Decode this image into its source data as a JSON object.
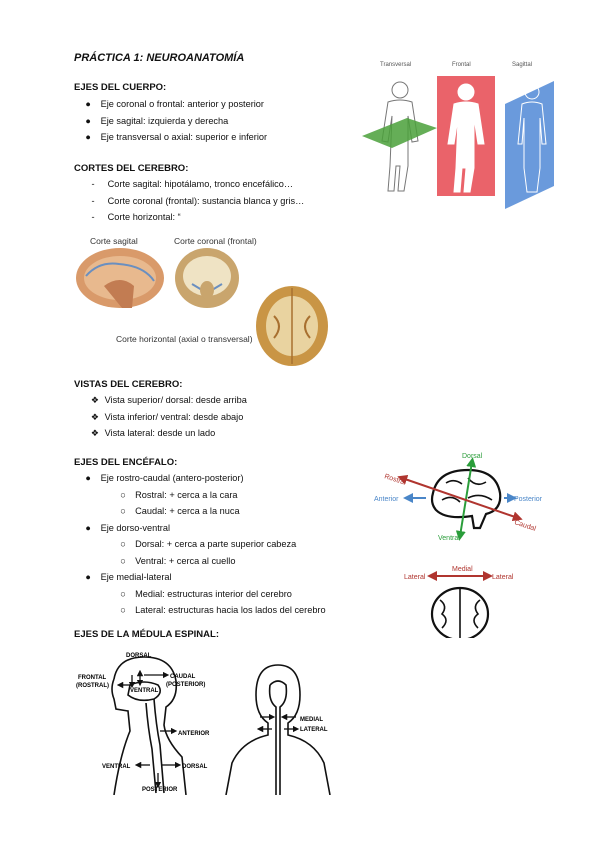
{
  "title": "PRÁCTICA 1: NEUROANATOMÍA",
  "ejes_cuerpo": {
    "heading": "EJES DEL CUERPO:",
    "items": [
      "Eje coronal o frontal: anterior y posterior",
      "Eje sagital: izquierda y derecha",
      "Eje transversal o axial: superior e inferior"
    ],
    "figure_labels": [
      "Transversal",
      "Frontal",
      "Sagittal"
    ]
  },
  "cortes": {
    "heading": "CORTES DEL CEREBRO:",
    "items": [
      "Corte sagital: hipotálamo, tronco encefálico…",
      "Corte coronal (frontal): sustancia blanca y gris…",
      "Corte horizontal: “"
    ],
    "figure_labels": {
      "sagital": "Corte sagital",
      "coronal": "Corte coronal (frontal)",
      "horizontal": "Corte horizontal (axial o transversal)"
    }
  },
  "vistas": {
    "heading": "VISTAS DEL CEREBRO:",
    "items": [
      "Vista superior/ dorsal: desde arriba",
      "Vista inferior/ ventral: desde abajo",
      "Vista lateral: desde un lado"
    ]
  },
  "ejes_encefalo": {
    "heading": "EJES DEL ENCÉFALO:",
    "items": [
      {
        "label": "Eje rostro-caudal (antero-posterior)",
        "subs": [
          "Rostral: + cerca a la cara",
          "Caudal: + cerca a la nuca"
        ]
      },
      {
        "label": "Eje dorso-ventral",
        "subs": [
          "Dorsal: + cerca a parte superior cabeza",
          "Ventral: + cerca al cuello"
        ]
      },
      {
        "label": "Eje medial-lateral",
        "subs": [
          "Medial: estructuras interior del cerebro",
          "Lateral: estructuras hacia los lados del cerebro"
        ]
      }
    ],
    "figure_labels": {
      "dorsal": "Dorsal",
      "rostral": "Rostral",
      "anterior": "Anterior",
      "posterior": "Posterior",
      "caudal": "Caudal",
      "ventral": "Ventral",
      "lateral_left": "Lateral",
      "medial": "Medial",
      "lateral_right": "Lateral"
    },
    "colors": {
      "green": "#2a9d3a",
      "red": "#b0352f",
      "blue": "#4a86c8"
    }
  },
  "medula": {
    "heading": "EJES DE LA MÉDULA ESPINAL:",
    "figure_labels": {
      "dorsal": "DORSAL",
      "frontal": "FRONTAL",
      "rostral": "(ROSTRAL)",
      "ventral_head": "VENTRAL",
      "caudal": "CAUDAL",
      "posterior_p": "(POSTERIOR)",
      "anterior": "ANTERIOR",
      "ventral": "VENTRAL",
      "dorsal_low": "DORSAL",
      "posterior": "POSTERIOR",
      "medial": "MEDIAL",
      "lateral": "LATERAL"
    }
  }
}
